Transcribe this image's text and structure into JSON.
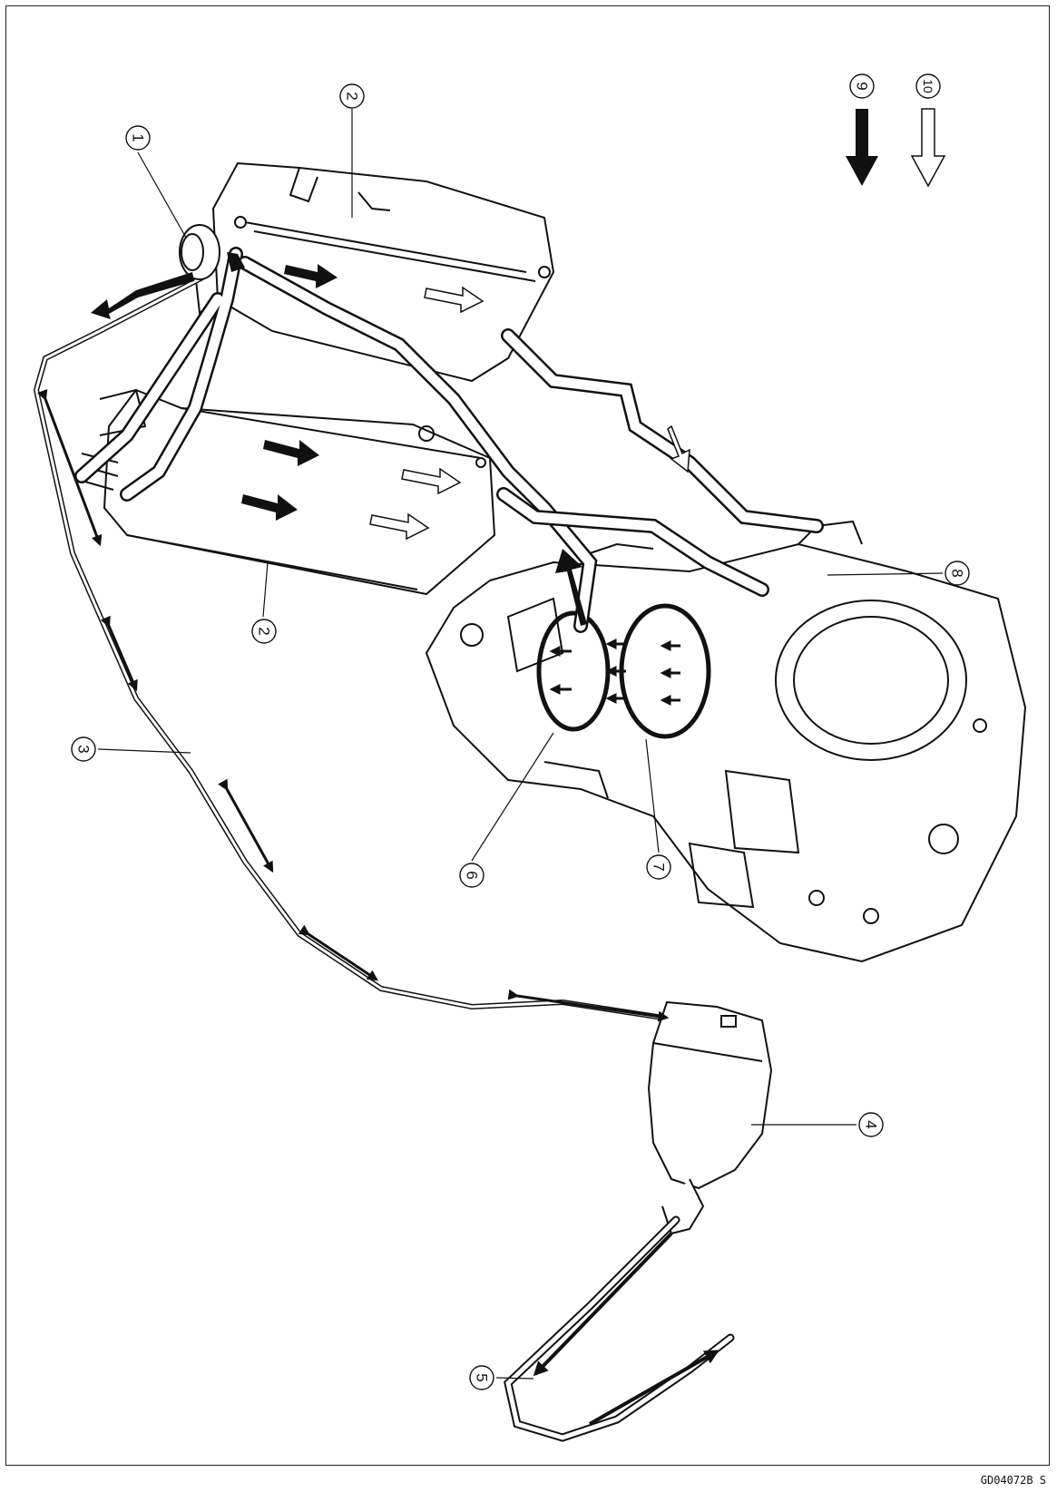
{
  "figure_code": "GD04072B  S",
  "callouts": [
    {
      "id": "1",
      "label": "1"
    },
    {
      "id": "2a",
      "label": "2"
    },
    {
      "id": "2b",
      "label": "2"
    },
    {
      "id": "3",
      "label": "3"
    },
    {
      "id": "4",
      "label": "4"
    },
    {
      "id": "5",
      "label": "5"
    },
    {
      "id": "6",
      "label": "6"
    },
    {
      "id": "7",
      "label": "7"
    },
    {
      "id": "8",
      "label": "8"
    },
    {
      "id": "9",
      "label": "9"
    },
    {
      "id": "10",
      "label": "10"
    }
  ],
  "legend": {
    "solid_arrow_callout": "9",
    "hollow_arrow_callout": "10"
  },
  "colors": {
    "line": "#111111",
    "background": "#ffffff",
    "hollow_fill": "#ffffff"
  }
}
